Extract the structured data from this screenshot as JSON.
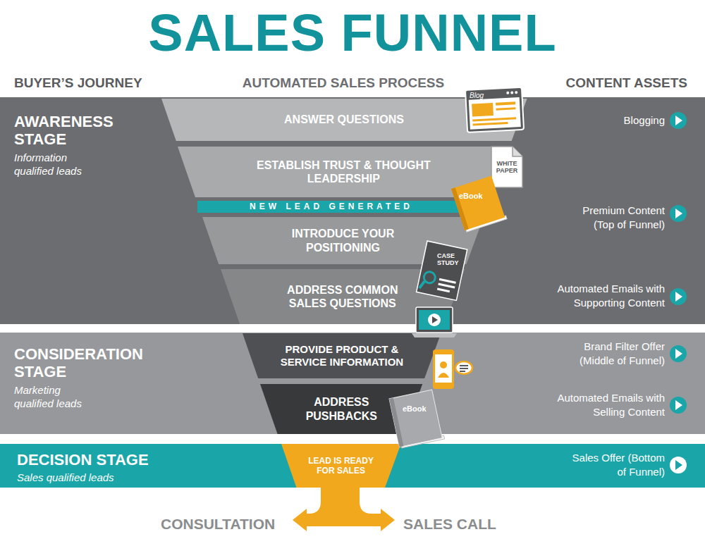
{
  "diagram": {
    "title": "SALES FUNNEL",
    "nodes": [
      {
        "text": [
          "AWARENESS STAGE",
          "Information qualified leads"
        ]
      },
      {
        "text": [
          "ANSWER QUESTIONS"
        ],
        "in": 0
      },
      {
        "text": [
          "ESTABLISH TRUST & THOUGHT LEADERSHIP"
        ],
        "in": 0
      },
      {
        "text": [
          "NEW LEAD GENERATED"
        ],
        "in": 0
      },
      {
        "text": [
          "INTRODUCE YOUR POSITIONING"
        ],
        "in": 0
      },
      {
        "text": [
          "ADDRESS COMMON SALES QUESTIONS"
        ],
        "in": 0
      },
      {
        "text": [
          "CONSIDERATION STAGE",
          "Marketing qualified leads"
        ]
      },
      {
        "text": [
          "PROVIDE PRODUCT & SERVICE INFORMATION"
        ],
        "in": 6
      },
      {
        "text": [
          "ADDRESS PUSHBACKS"
        ],
        "in": 6
      },
      {
        "text": [
          "DECISION STAGE",
          "Sales qualified leads"
        ]
      },
      {
        "text": [
          "LEAD IS READY FOR SALES"
        ],
        "in": 9
      }
    ],
    "labels": [
      "BUYER’S JOURNEY",
      "AUTOMATED SALES PROCESS",
      "CONTENT ASSETS",
      "Blog",
      "Blogging",
      "WHITE PAPER",
      "eBook",
      "Premium Content (Top of Funnel)",
      "CASE STUDY",
      "Automated Emails with Supporting Content",
      "Brand Filter Offer (Middle of Funnel)",
      "Automated Emails with Selling Content",
      "eBook",
      "Sales Offer (Bottom of Funnel)",
      "CONSULTATION",
      "SALES CALL"
    ]
  }
}
